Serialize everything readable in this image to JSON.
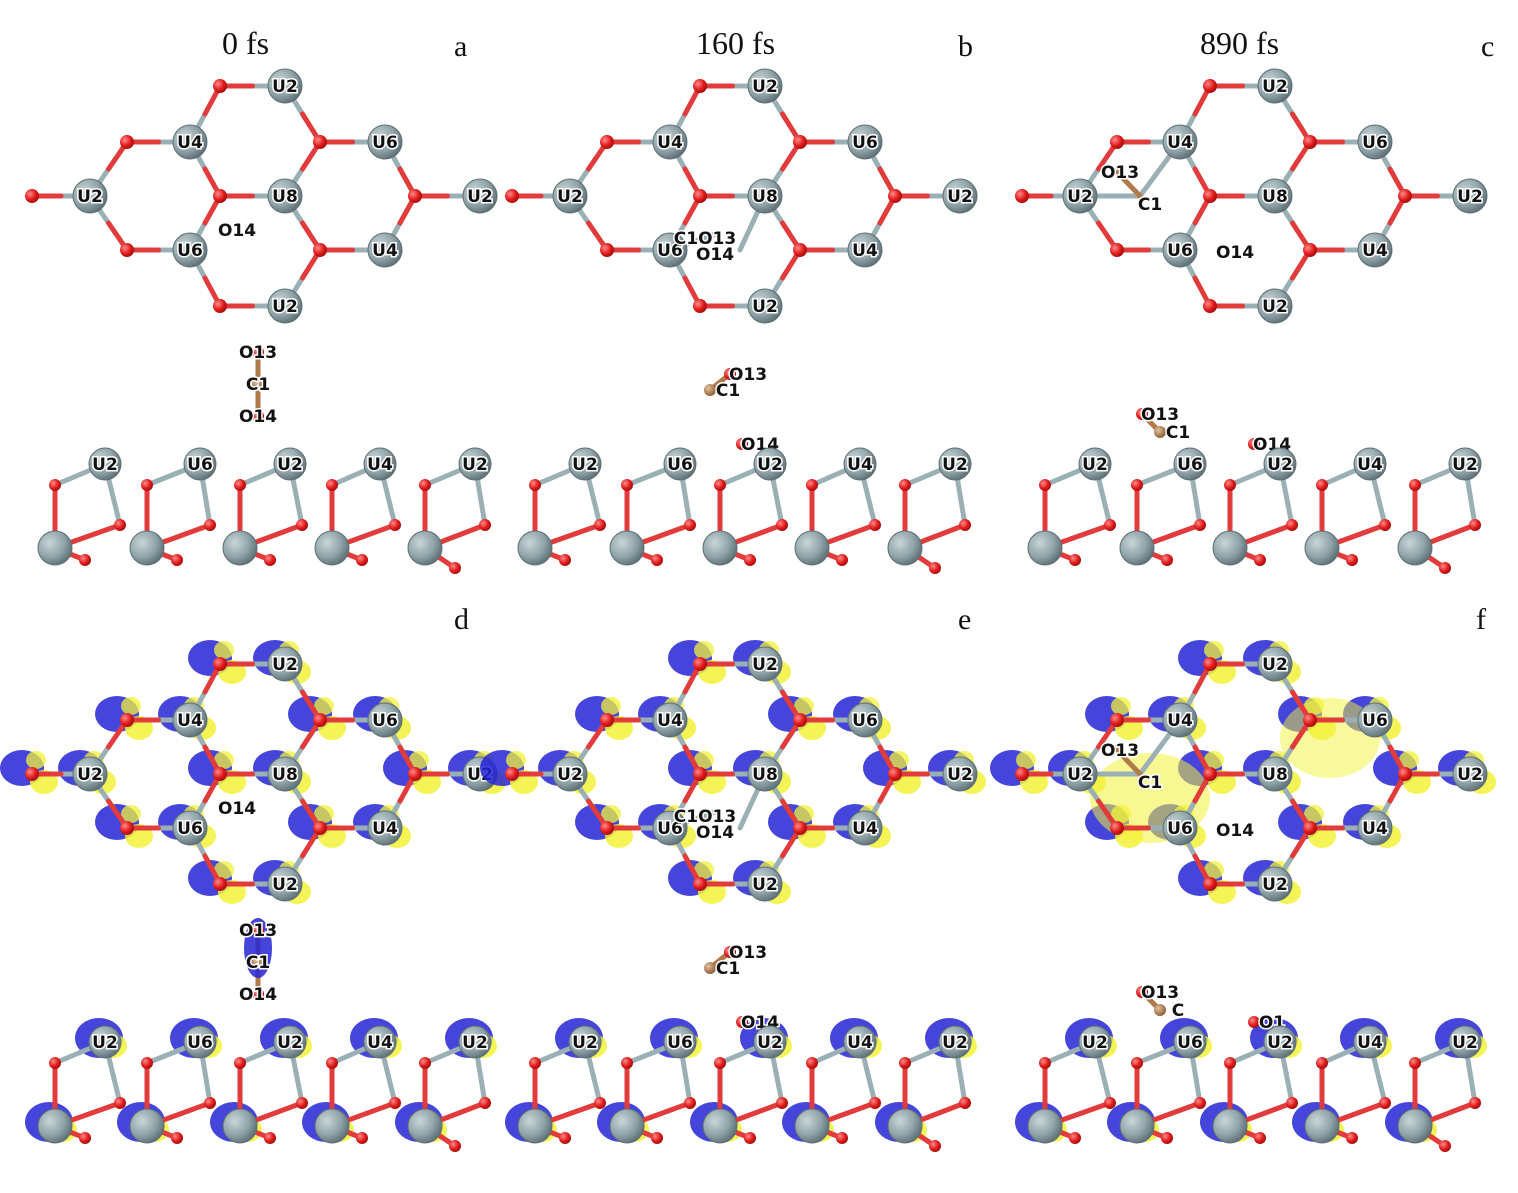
{
  "panels": [
    {
      "id": "a",
      "title": "0 fs",
      "letter": "a"
    },
    {
      "id": "b",
      "title": "160 fs",
      "letter": "b"
    },
    {
      "id": "c",
      "title": "890 fs",
      "letter": "c"
    },
    {
      "id": "d",
      "title": "",
      "letter": "d"
    },
    {
      "id": "e",
      "title": "",
      "letter": "e"
    },
    {
      "id": "f",
      "title": "",
      "letter": "f"
    }
  ],
  "labels": {
    "a": {
      "top": [
        "U2",
        "U4",
        "U6",
        "U2",
        "U8",
        "U2",
        "U6",
        "U4",
        "U2",
        "O14"
      ],
      "mol": [
        "O13",
        "C1",
        "O14"
      ],
      "side": [
        "U2",
        "U6",
        "U2",
        "U4",
        "U2"
      ]
    },
    "b": {
      "top": [
        "U2",
        "U4",
        "U6",
        "U2",
        "U8",
        "U2",
        "U6",
        "U4",
        "U2",
        "C1O13",
        "O14"
      ],
      "mol": [
        "O13",
        "C1",
        "O14"
      ],
      "side": [
        "U2",
        "U6",
        "U2",
        "U4",
        "U2"
      ]
    },
    "c": {
      "top": [
        "U2",
        "U4",
        "U6",
        "U2",
        "U8",
        "U2",
        "U6",
        "U4",
        "U2",
        "O13",
        "C1",
        "O14"
      ],
      "mol": [
        "O13",
        "C1",
        "O14"
      ],
      "side": [
        "U2",
        "U6",
        "U2",
        "U4",
        "U2"
      ]
    },
    "d": {
      "top": [
        "U2",
        "U4",
        "U6",
        "U2",
        "U8",
        "U2",
        "U6",
        "U4",
        "U2",
        "O14"
      ],
      "mol": [
        "O13",
        "C1",
        "O14"
      ],
      "side": [
        "U2",
        "U6",
        "U2",
        "U4",
        "U2"
      ]
    },
    "e": {
      "top": [
        "U2",
        "U4",
        "U6",
        "U2",
        "U8",
        "U2",
        "U6",
        "U4",
        "U2",
        "C1O13",
        "O14"
      ],
      "mol": [
        "O13",
        "C1",
        "O14"
      ],
      "side": [
        "U2",
        "U6",
        "U2",
        "U4",
        "U2"
      ]
    },
    "f": {
      "top": [
        "U2",
        "U4",
        "U6",
        "U2",
        "U8",
        "U2",
        "U6",
        "U4",
        "U2",
        "O13",
        "C1",
        "O14"
      ],
      "mol": [
        "O13",
        "C",
        "O1"
      ],
      "side": [
        "U2",
        "U6",
        "U2",
        "U4",
        "U2"
      ]
    }
  },
  "colors": {
    "uranium": "#8fa3a8",
    "uranium_edge": "#5d6f74",
    "oxygen": "#e01b1b",
    "carbon": "#b07a4a",
    "bond_u": "#9ab0b4",
    "bond_o": "#e23b3b",
    "density_positive": "#f2f23a",
    "density_negative": "#2424d6"
  }
}
